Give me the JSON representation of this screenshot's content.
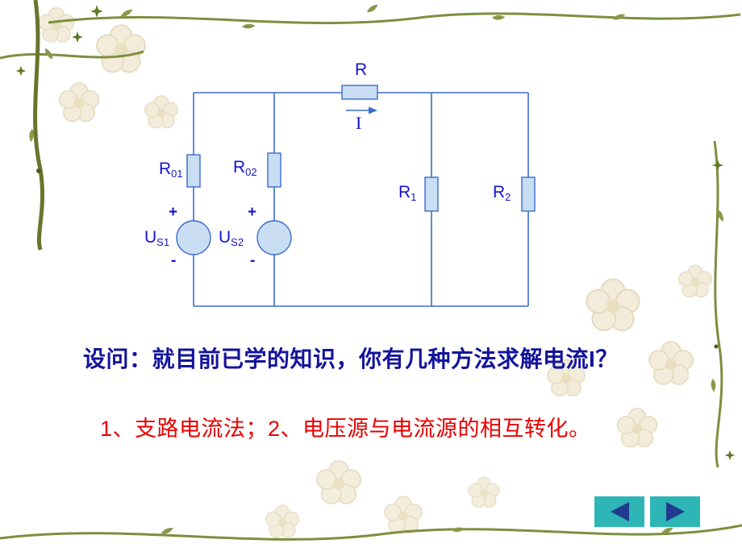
{
  "slide": {
    "question": "设问：就目前已学的知识，你有几种方法求解电流I？",
    "answer": "1、支路电流法；2、电压源与电流源的相互转化。"
  },
  "circuit": {
    "top_resistor": {
      "label": "R"
    },
    "current": {
      "label": "I"
    },
    "resistors": {
      "r01": {
        "main": "R",
        "sub": "01"
      },
      "r02": {
        "main": "R",
        "sub": "02"
      },
      "r1": {
        "main": "R",
        "sub": "1"
      },
      "r2": {
        "main": "R",
        "sub": "2"
      }
    },
    "sources": {
      "us1": {
        "main": "U",
        "sub": "S1",
        "plus": "+",
        "minus": "-"
      },
      "us2": {
        "main": "U",
        "sub": "S2",
        "plus": "+",
        "minus": "-"
      }
    }
  },
  "colors": {
    "wire_blue": "#3a6bd0",
    "component_fill": "#c9def2",
    "label_blue": "#1414cf",
    "question_blue": "#14149c",
    "answer_red": "#e80000",
    "nav_teal": "#2eb6b6",
    "nav_arrow_navy": "#1f3a8f"
  }
}
